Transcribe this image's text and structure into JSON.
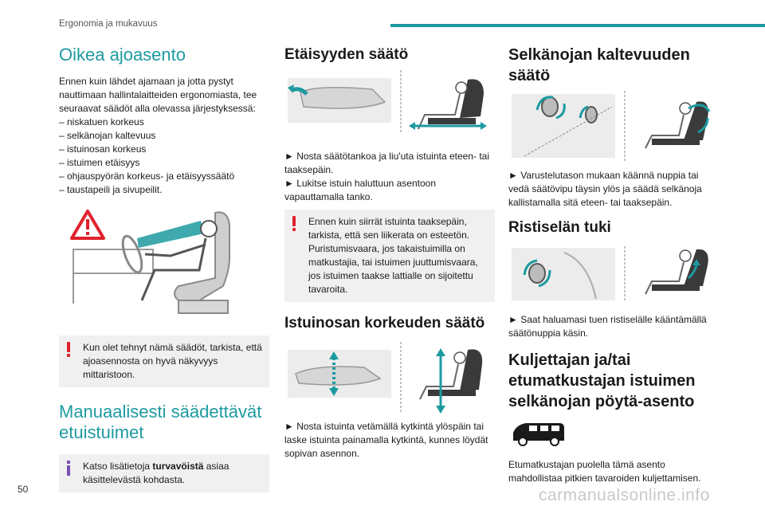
{
  "header": {
    "section_title": "Ergonomia ja mukavuus"
  },
  "col1": {
    "title": "Oikea ajoasento",
    "intro": "Ennen kuin lähdet ajamaan ja jotta pystyt nauttimaan hallintalaitteiden ergonomiasta, tee seuraavat säädöt alla olevassa järjestyksessä:",
    "list": [
      "– niskatuen korkeus",
      "– selkänojan kaltevuus",
      "– istuinosan korkeus",
      "– istuimen etäisyys",
      "– ohjauspyörän korkeus- ja etäisyyssäätö",
      "– taustapeili ja sivupeilit."
    ],
    "warning": "Kun olet tehnyt nämä säädöt, tarkista, että ajoasennosta on hyvä näkyvyys mittaristoon.",
    "title2": "Manuaalisesti säädettävät etuistuimet",
    "info_prefix": "Katso lisätietoja ",
    "info_bold": "turvavöistä",
    "info_suffix": " asiaa käsittelevästä kohdasta."
  },
  "col2": {
    "title1": "Etäisyyden säätö",
    "p1a": "► Nosta säätötankoa ja liu'uta istuinta eteen- tai taaksepäin.",
    "p1b": "► Lukitse istuin haluttuun asentoon vapauttamalla tanko.",
    "warning": "Ennen kuin siirrät istuinta taaksepäin, tarkista, että sen liikerata on esteetön. Puristumisvaara, jos takaistuimilla on matkustajia, tai istuimen juuttumisvaara, jos istuimen taakse lattialle on sijoitettu tavaroita.",
    "title2": "Istuinosan korkeuden säätö",
    "p2": "► Nosta istuinta vetämällä kytkintä ylöspäin tai laske istuinta painamalla kytkintä, kunnes löydät sopivan asennon."
  },
  "col3": {
    "title1": "Selkänojan kaltevuuden säätö",
    "p1": "► Varustelutason mukaan käännä nuppia tai vedä säätövipu täysin ylös ja säädä selkänoja kallistamalla sitä eteen- tai taaksepäin.",
    "title2": "Ristiselän tuki",
    "p2": "► Saat haluamasi tuen ristiselälle kääntämällä säätönuppia käsin.",
    "title3": "Kuljettajan ja/tai etumatkustajan istuimen selkänojan pöytä-asento",
    "p3": "Etumatkustajan puolella tämä asento mahdollistaa pitkien tavaroiden kuljettamisen."
  },
  "footer": {
    "page_number": "50",
    "watermark": "carmanualsonline.info"
  },
  "colors": {
    "teal": "#1d9aa0",
    "warning_red": "#e0212d",
    "info_purple": "#7a4fb5",
    "note_bg": "#f0f0f0"
  }
}
